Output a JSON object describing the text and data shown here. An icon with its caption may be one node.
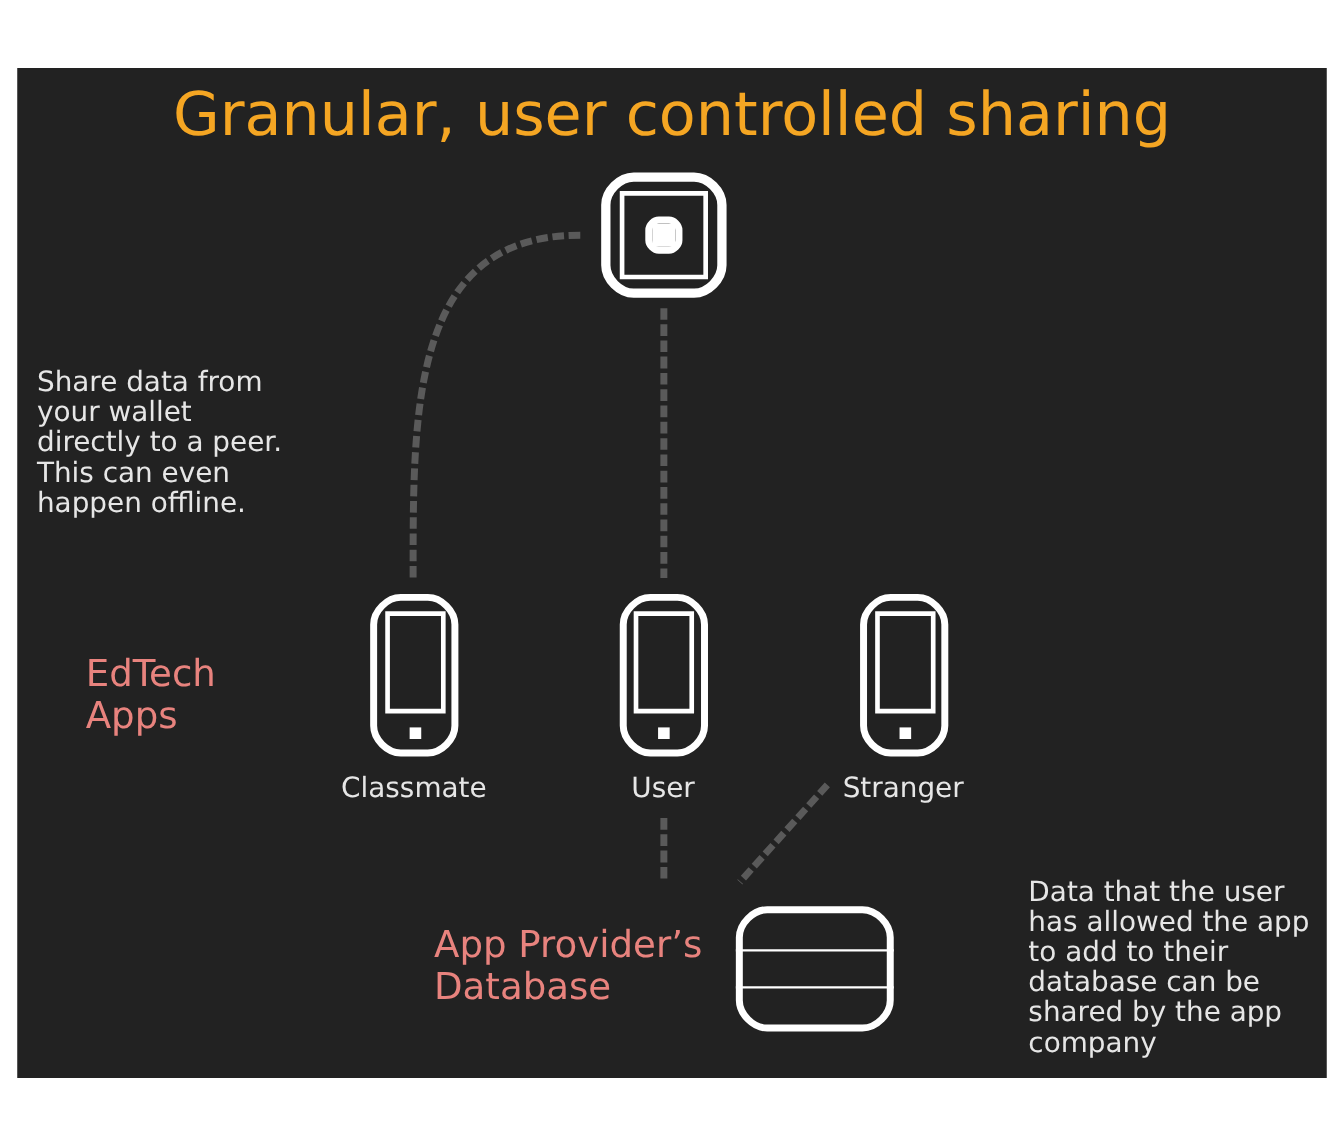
{
  "diagram": {
    "title": "Granular, user controlled sharing",
    "nodes": [
      {
        "text": [],
        "shape": "picture"
      },
      {
        "text": [
          "Classmate"
        ]
      },
      {
        "text": [
          "User"
        ]
      },
      {
        "text": [
          "Stranger"
        ]
      },
      {
        "text": [
          "App Provider’s Database"
        ]
      }
    ],
    "edges": [
      {
        "from": 0,
        "to": 1,
        "arrow": "none",
        "style": "dashed"
      },
      {
        "from": 0,
        "to": 2,
        "arrow": "none",
        "style": "dashed"
      },
      {
        "from": 2,
        "to": 4,
        "arrow": "none",
        "style": "dashed"
      },
      {
        "from": 3,
        "to": 4,
        "arrow": "none",
        "style": "dashed"
      }
    ],
    "labels": [
      "Share data from your wallet directly to a peer. This can even happen offline.",
      "EdTech Apps",
      "Data that the user has allowed the app to add to their database can be shared by the app company"
    ]
  }
}
